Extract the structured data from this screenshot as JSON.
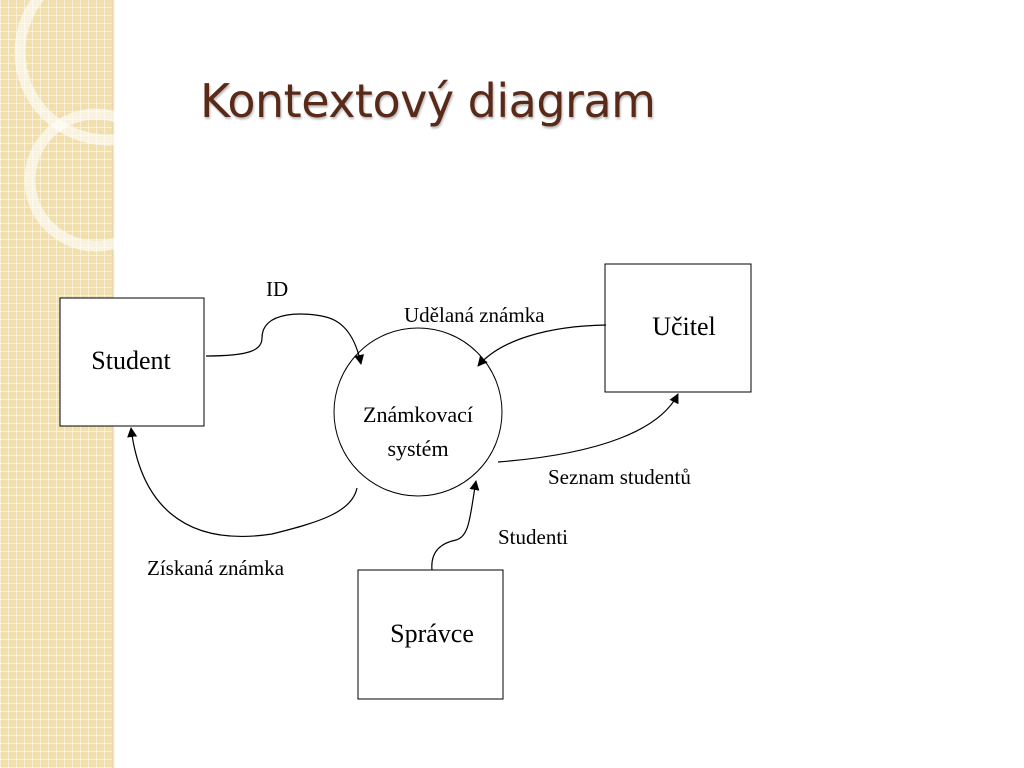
{
  "slide": {
    "title": "Kontextový diagram"
  },
  "diagram": {
    "process": {
      "line1": "Známkovací",
      "line2": "systém"
    },
    "entities": {
      "student": "Student",
      "ucitel": "Učitel",
      "spravce": "Správce"
    },
    "flows": {
      "id": "ID",
      "udelana_znamka": "Udělaná známka",
      "seznam_studentu": "Seznam studentů",
      "studenti": "Studenti",
      "ziskana_znamka": "Získaná známka"
    }
  },
  "colors": {
    "title": "#5a2a18",
    "side_strip": "#f1dfae",
    "lines": "#000000"
  }
}
